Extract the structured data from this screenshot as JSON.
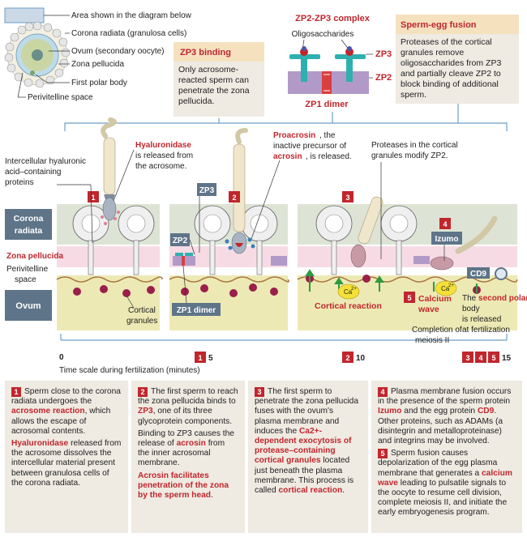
{
  "legend": {
    "area_shown": "Area shown in the diagram below",
    "corona_radiata": "Corona radiata (granulosa cells)",
    "ovum": "Ovum (secondary oocyte)",
    "zona_pellucida": "Zona pellucida",
    "first_polar_body": "First polar body",
    "perivitelline_space": "Perivitelline space"
  },
  "zp3_binding": {
    "title": "ZP3 binding",
    "body": "Only acrosome-reacted sperm can penetrate the zona pellucida."
  },
  "zp_complex": {
    "title": "ZP2-ZP3 complex",
    "oligosaccharides": "Oligosaccharides",
    "zp3": "ZP3",
    "zp2": "ZP2",
    "zp1_dimer": "ZP1 dimer"
  },
  "sperm_egg_fusion": {
    "title": "Sperm-egg fusion",
    "body": "Proteases of the cortical granules remove oligosaccharides from ZP3 and partially cleave ZP2 to block binding of additional sperm."
  },
  "annotations": {
    "hyaluronidase": "Hyaluronidase",
    "hyaluronidase_rest1": "is released from",
    "hyaluronidase_rest2": "the acrosome.",
    "intercellular": "Intercellular hyaluronic",
    "intercellular2": "acid–containing",
    "intercellular3": "proteins",
    "proacrosin": "Proacrosin",
    "proacrosin_rest1": ", the",
    "proacrosin_rest2": "inactive precursor of",
    "acrosin": "acrosin",
    "acrosin_rest": ", is released.",
    "proteases1": "Proteases in the cortical",
    "proteases2": "granules modify ZP2.",
    "zp3": "ZP3",
    "zp2": "ZP2",
    "zp1_dimer": "ZP1 dimer",
    "cortical_granules1": "Cortical",
    "cortical_granules2": "granules",
    "cortical_reaction": "Cortical reaction",
    "calcium_wave1": "Calcium",
    "calcium_wave2": "wave",
    "ca": "Ca",
    "ca_sup": "2+",
    "izumo": "Izumo",
    "cd9": "CD9",
    "second_polar_1": "The",
    "second_polar_red": "second polar",
    "second_polar_2": "body",
    "second_polar_3": "is released",
    "second_polar_4": "at fertilization",
    "completion1": "Completion of",
    "completion2": "meiosis II"
  },
  "rows": {
    "corona": "Corona",
    "radiata": "radiata",
    "zona_pellucida": "Zona pellucida",
    "perivitelline1": "Perivitelline",
    "perivitelline2": "space",
    "ovum": "Ovum"
  },
  "steps": [
    "1",
    "2",
    "3",
    "4",
    "5"
  ],
  "timescale": {
    "label": "Time scale during fertilization (minutes)",
    "t0": "0",
    "t5": "5",
    "t10": "10",
    "t15": "15"
  },
  "footer": {
    "s1_a": "Sperm close to the corona radiata undergoes the",
    "s1_red": "acrosome reaction",
    "s1_b": ", which allows the escape of acrosomal contents.",
    "s1_red2": "Hyaluronidase",
    "s1_c": "released from the acrosome dissolves the intercellular material present between granulosa cells of the corona radiata.",
    "s2_a": "The first sperm to reach the zona pellucida binds to",
    "s2_red": "ZP3",
    "s2_b": ", one of its three glycoprotein components.",
    "s2_c": "Binding to ZP3 causes the release of",
    "s2_red2": "acrosin",
    "s2_d": "from the inner acrosomal membrane.",
    "s2_red3": "Acrosin facilitates penetration of the zona by the sperm head",
    "s2_e": ".",
    "s3_a": "The first sperm to penetrate the zona pellucida fuses with the ovum's plasma membrane and induces the",
    "s3_red": "Ca2+-dependent exocytosis of protease–containing cortical granules",
    "s3_b": "located just beneath the plasma membrane. This process is called",
    "s3_red2": "cortical reaction",
    "s3_c": ".",
    "s4_a": "Plasma membrane fusion occurs in the presence of the sperm protein",
    "s4_red": "Izumo",
    "s4_b": "and the egg protein",
    "s4_red2": "CD9",
    "s4_c": ". Other proteins, such as ADAMs (a disintegrin and metalloproteinase) and integrins may be involved.",
    "s5_a": "Sperm fusion causes depolarization of the egg plasma membrane that generates a",
    "s5_red": "calcium wave",
    "s5_b": "leading to pulsatile signals to the oocyte to resume cell division, complete meiosis II, and initiate the early embryogenesis program."
  },
  "colors": {
    "red": "#c0272d",
    "slate": "#5e7488",
    "beige": "#efeae2",
    "ovum": "#ece9b4",
    "zona": "#f6dbe5",
    "corona_band": "#dde4d5",
    "blue": "#6c9fc8",
    "granule": "#9a1f4a"
  }
}
